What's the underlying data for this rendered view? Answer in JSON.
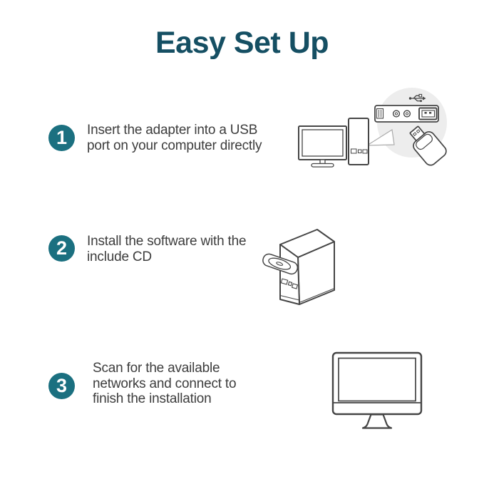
{
  "title": "Easy Set Up",
  "colors": {
    "title": "#154F63",
    "badge": "#1B7080",
    "text": "#3D3D3D",
    "line_art_stroke": "#454545",
    "callout_circle_bg": "#EDEDED",
    "background": "#FFFFFF"
  },
  "steps": [
    {
      "number": "1",
      "lines": [
        "Insert the adapter into a USB",
        "port on your computer directly"
      ],
      "illustration": "desktop-pc-with-usb-port-closeup-and-wifi-adapter"
    },
    {
      "number": "2",
      "lines": [
        "Install the software with the",
        "include CD"
      ],
      "illustration": "computer-tower-with-open-cd-tray"
    },
    {
      "number": "3",
      "lines": [
        "Scan for the available",
        "networks and connect to",
        "finish the installation"
      ],
      "illustration": "desktop-monitor"
    }
  ]
}
